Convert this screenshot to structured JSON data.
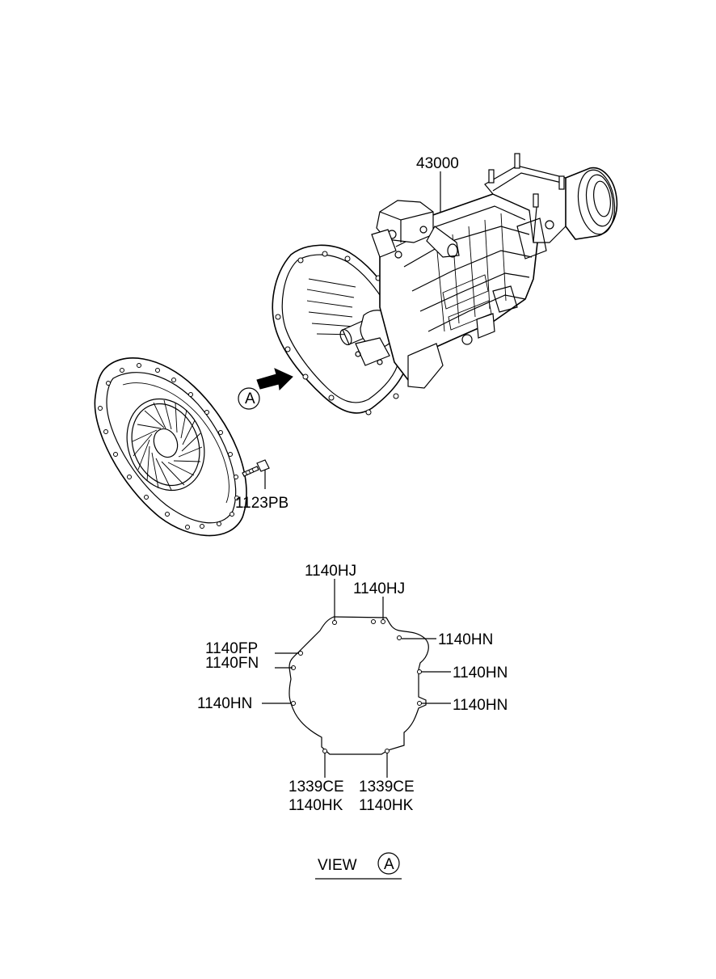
{
  "parts": {
    "transmission": "43000",
    "bolt": "1123PB",
    "hj_left": "1140HJ",
    "hj_right": "1140HJ",
    "fp": "1140FP",
    "fn": "1140FN",
    "hn_upper_right": "1140HN",
    "hn_mid_right": "1140HN",
    "hn_lower_right": "1140HN",
    "hn_left": "1140HN",
    "ce_left": "1339CE",
    "hk_left": "1140HK",
    "ce_right": "1339CE",
    "hk_right": "1140HK"
  },
  "view": {
    "marker": "A",
    "caption": "VIEW",
    "caption_marker": "A"
  }
}
